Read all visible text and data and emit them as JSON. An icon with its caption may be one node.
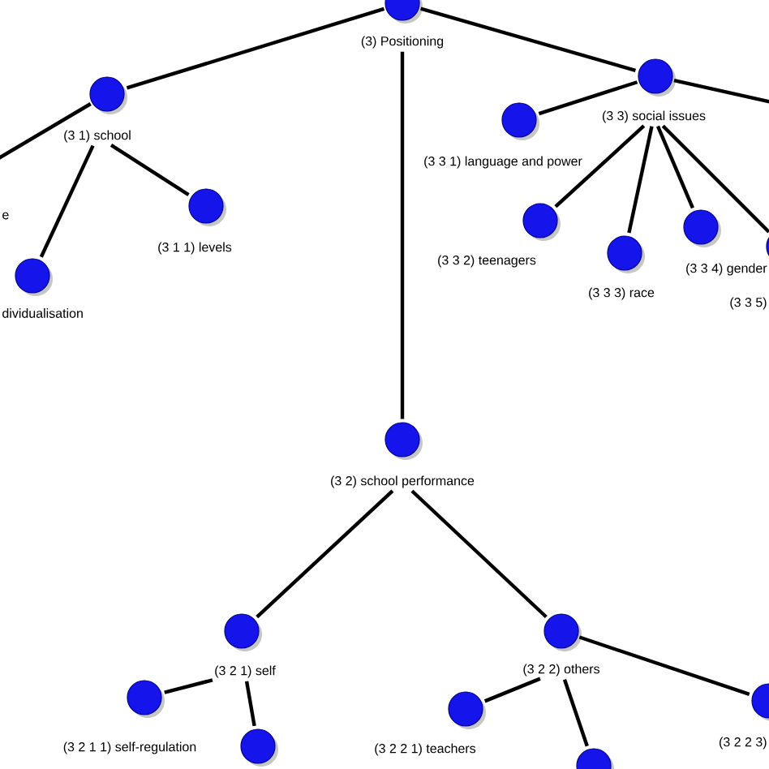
{
  "diagram": {
    "nodes": [
      {
        "text": [
          "(3) Positioning"
        ]
      },
      {
        "text": [
          "(3 1) school"
        ]
      },
      {
        "text": [
          "(3 3) social issues"
        ]
      },
      {
        "text": [
          "(3 3 1) language and power"
        ]
      },
      {
        "text": [
          "(3 1 1) levels"
        ]
      },
      {
        "text": [
          "(3 3 2) teenagers"
        ]
      },
      {
        "text": [
          "(3 3 4) gender"
        ]
      },
      {
        "text": [
          "(3 3 3) race"
        ]
      },
      {
        "text": [
          "dividualisation"
        ]
      },
      {
        "text": [
          "(3 3 5)"
        ]
      },
      {
        "text": [
          "(3 2) school performance"
        ]
      },
      {
        "text": [
          "(3 2 1) self"
        ]
      },
      {
        "text": [
          "(3 2 2) others"
        ]
      },
      {
        "text": [
          "(3 2 1 1) self-regulation"
        ]
      },
      {
        "text": [
          "(3 2 2 1) teachers"
        ]
      },
      {
        "text": [
          "(3 2 2 3)"
        ]
      },
      {
        "text": [],
        "shape": "circle"
      },
      {
        "text": [],
        "shape": "circle"
      }
    ],
    "edges": [
      {
        "from": 0,
        "to": 1,
        "arrow": "none"
      },
      {
        "from": 0,
        "to": 2,
        "arrow": "none"
      },
      {
        "from": 0,
        "to": 10,
        "arrow": "none"
      },
      {
        "from": 1,
        "to": null,
        "arrow": "none"
      },
      {
        "from": 1,
        "to": 8,
        "arrow": "none"
      },
      {
        "from": 1,
        "to": 4,
        "arrow": "none"
      },
      {
        "from": 2,
        "to": 3,
        "arrow": "none"
      },
      {
        "from": 2,
        "to": 5,
        "arrow": "none"
      },
      {
        "from": 2,
        "to": 7,
        "arrow": "none"
      },
      {
        "from": 2,
        "to": 6,
        "arrow": "none"
      },
      {
        "from": 2,
        "to": 9,
        "arrow": "none"
      },
      {
        "from": 2,
        "to": null,
        "arrow": "none"
      },
      {
        "from": 10,
        "to": 11,
        "arrow": "none"
      },
      {
        "from": 10,
        "to": 12,
        "arrow": "none"
      },
      {
        "from": 11,
        "to": 13,
        "arrow": "none"
      },
      {
        "from": 11,
        "to": 16,
        "arrow": "none"
      },
      {
        "from": 12,
        "to": 14,
        "arrow": "none"
      },
      {
        "from": 12,
        "to": 17,
        "arrow": "none"
      },
      {
        "from": 12,
        "to": 15,
        "arrow": "none"
      }
    ],
    "labels": [
      "e"
    ]
  }
}
